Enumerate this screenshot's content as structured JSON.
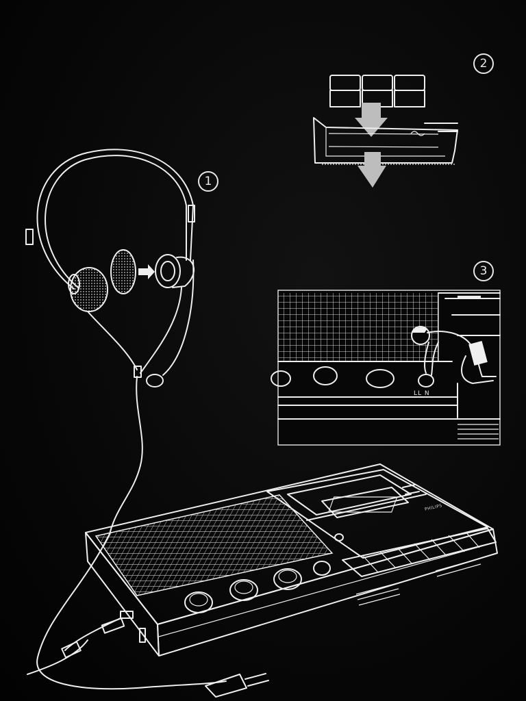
{
  "callouts": {
    "step1": "1",
    "step2": "2",
    "step3": "3"
  },
  "knob_label": "LL N",
  "brand": "PHILIPS",
  "colors": {
    "background": "#050505",
    "line_art": "#efefef"
  },
  "icons": {
    "headphones": "headphones-illustration",
    "battery": "battery-insertion-illustration",
    "person": "person-adjusting-knob-illustration",
    "recorder": "cassette-recorder-illustration",
    "plug": "power-plug-icon"
  }
}
